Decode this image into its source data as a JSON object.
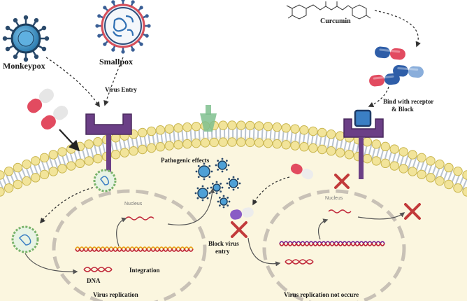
{
  "labels": {
    "monkeypox": "Monkeypox",
    "smallpox": "Smallpox",
    "curcumin": "Curcumin",
    "virus_entry": "Virus Entry",
    "bind_line1": "Bind with receptor",
    "bind_line2": "& Block",
    "pathogenic_effects": "Pathogenic effects",
    "nucleus_left": "Nucleus",
    "nucleus_right": "Nucleus",
    "dna": "DNA",
    "integration": "Integration",
    "block_line1": "Block virus",
    "block_line2": "entry",
    "virus_replication": "Virus replication",
    "virus_replication_not": "Virus replication not occure"
  },
  "colors": {
    "cytoplasm": "#fbf6df",
    "lipid_head": "#f2e49a",
    "lipid_head_stroke": "#c9b64f",
    "lipid_tail": "#b9c3cf",
    "receptor": "#6b3f86",
    "virus_blue": "#3d87b8",
    "virus_ring": "#2b4a6b",
    "pill_red": "#e24b60",
    "pill_blue": "#2f5ea8",
    "pill_purple": "#8a5cc5",
    "dna_orange": "#e7a21a",
    "dna_red": "#c0283a",
    "dna_purple": "#7a2e9a",
    "cross": "#c23a3a",
    "nucleus_dash": "#c8c1b6"
  },
  "icons": [
    "monkeypox-virus-icon",
    "smallpox-virus-icon",
    "curcumin-structure-icon",
    "capsule-icon",
    "receptor-icon",
    "blocked-receptor-icon",
    "cross-icon",
    "dna-icon",
    "rna-icon"
  ]
}
